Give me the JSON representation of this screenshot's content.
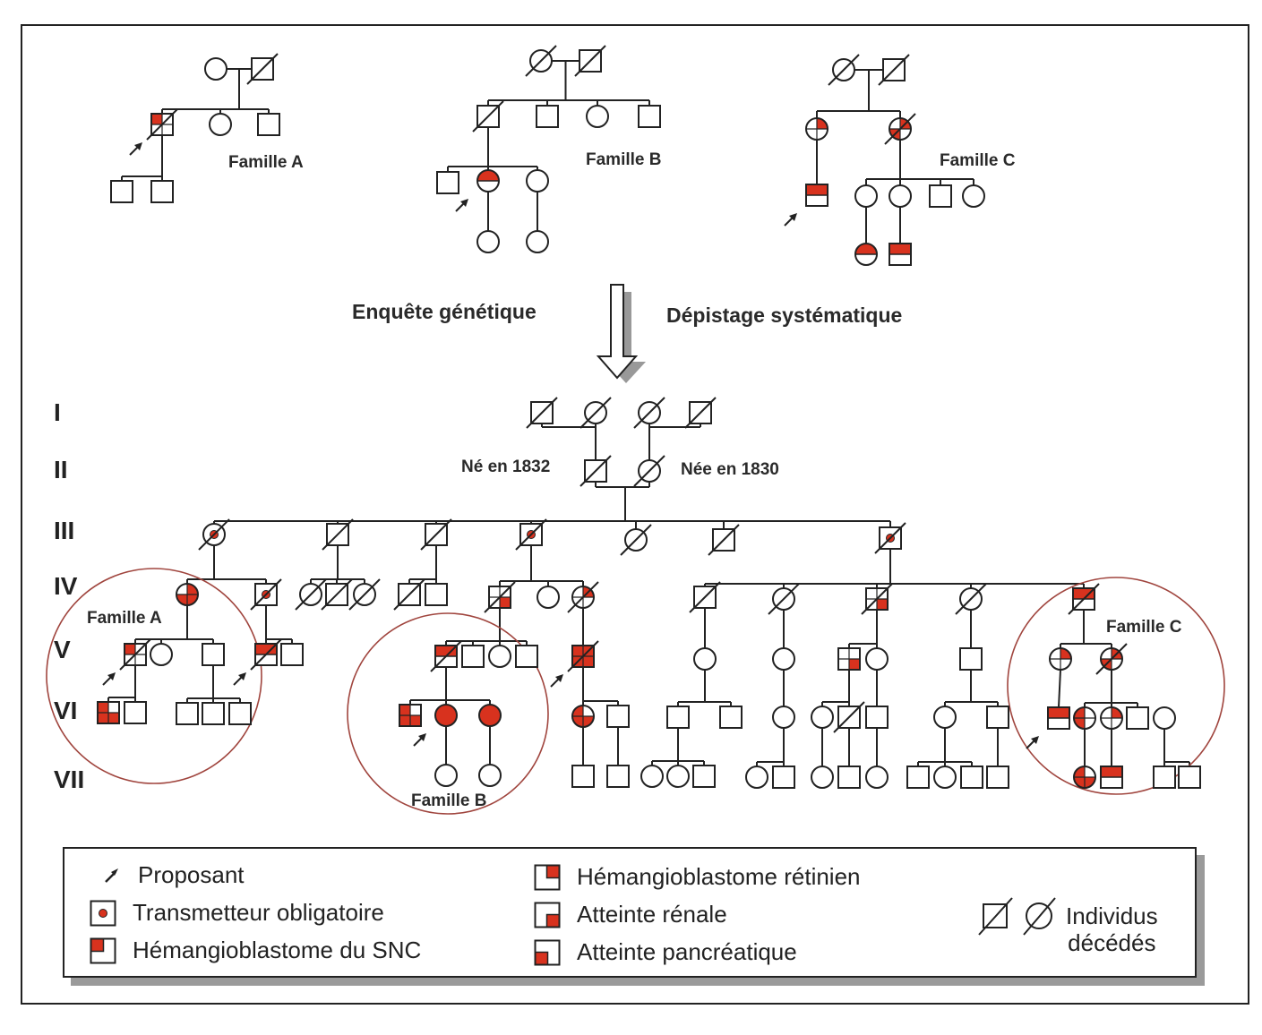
{
  "colors": {
    "affected": "#d8321e",
    "line": "#222222",
    "family_circle": "#a0453e"
  },
  "titles": {
    "famille_a": "Famille A",
    "famille_b": "Famille B",
    "famille_c": "Famille C",
    "enquete": "Enquête génétique",
    "depistage": "Dépistage systématique",
    "ne_1832": "Né en 1832",
    "nee_1830": "Née en 1830"
  },
  "generations": [
    "I",
    "II",
    "III",
    "IV",
    "V",
    "VI",
    "VII"
  ],
  "legend": {
    "proposant": "Proposant",
    "transmetteur": "Transmetteur obligatoire",
    "snc": "Hémangioblastome du SNC",
    "retinien": "Hémangioblastome rétinien",
    "renale": "Atteinte rénale",
    "pancreatique": "Atteinte pancréatique",
    "decedes_1": "Individus",
    "decedes_2": "décédés"
  },
  "individuals": {
    "a1": {
      "sex": "F"
    },
    "a2": {
      "sex": "M",
      "dead": true
    },
    "a3": {
      "sex": "M",
      "dead": true,
      "traits": [
        "snc"
      ],
      "proband": true
    },
    "a4": {
      "sex": "F"
    },
    "a5": {
      "sex": "M"
    },
    "a6": {
      "sex": "M"
    },
    "a7": {
      "sex": "M"
    },
    "b1": {
      "sex": "F",
      "dead": true
    },
    "b2": {
      "sex": "M",
      "dead": true
    },
    "b3": {
      "sex": "M",
      "dead": true
    },
    "b4": {
      "sex": "M"
    },
    "b5": {
      "sex": "F"
    },
    "b6": {
      "sex": "M"
    },
    "b7": {
      "sex": "M"
    },
    "b8": {
      "sex": "F",
      "traits": [
        "top_half"
      ],
      "proband": true
    },
    "b9": {
      "sex": "F"
    },
    "b10": {
      "sex": "F"
    },
    "b11": {
      "sex": "F"
    },
    "c1": {
      "sex": "F",
      "dead": true
    },
    "c2": {
      "sex": "M",
      "dead": true
    },
    "c3": {
      "sex": "F",
      "traits": [
        "retinien"
      ]
    },
    "c4": {
      "sex": "F",
      "dead": true,
      "traits": [
        "retinien",
        "pancreatique"
      ]
    },
    "c5": {
      "sex": "M",
      "traits": [
        "top_half"
      ],
      "proband": true
    },
    "c6": {
      "sex": "F"
    },
    "c7": {
      "sex": "F"
    },
    "c8": {
      "sex": "M"
    },
    "c9": {
      "sex": "F"
    },
    "c10": {
      "sex": "F",
      "traits": [
        "top_half"
      ]
    },
    "c11": {
      "sex": "M",
      "traits": [
        "top_half"
      ]
    },
    "I1": {
      "sex": "M",
      "dead": true
    },
    "I2": {
      "sex": "F",
      "dead": true
    },
    "I3": {
      "sex": "F",
      "dead": true
    },
    "I4": {
      "sex": "M",
      "dead": true
    },
    "II1": {
      "sex": "M",
      "dead": true
    },
    "II2": {
      "sex": "F",
      "dead": true
    },
    "III1": {
      "sex": "F",
      "dead": true,
      "carrier": true
    },
    "III2": {
      "sex": "M",
      "dead": true
    },
    "III3": {
      "sex": "M",
      "dead": true
    },
    "III4": {
      "sex": "M",
      "dead": true,
      "carrier": true
    },
    "III5": {
      "sex": "F",
      "dead": true
    },
    "III6": {
      "sex": "M",
      "dead": true
    },
    "III7": {
      "sex": "M",
      "dead": true,
      "carrier": true
    },
    "IV1": {
      "sex": "F",
      "traits": [
        "retinien",
        "renale",
        "pancreatique"
      ]
    },
    "IV2": {
      "sex": "M",
      "dead": true,
      "carrier": true
    },
    "IV3": {
      "sex": "F",
      "dead": true
    },
    "IV4": {
      "sex": "M",
      "dead": true
    },
    "IV5": {
      "sex": "F",
      "dead": true
    },
    "IV6": {
      "sex": "M",
      "dead": true
    },
    "IV7": {
      "sex": "M"
    },
    "IV8": {
      "sex": "M",
      "dead": true,
      "traits": [
        "renale"
      ]
    },
    "IV9": {
      "sex": "F"
    },
    "IV10": {
      "sex": "F",
      "dead": true,
      "traits": [
        "retinien"
      ]
    },
    "IV11": {
      "sex": "M",
      "dead": true
    },
    "IV12": {
      "sex": "F",
      "dead": true
    },
    "IV13": {
      "sex": "M",
      "dead": true,
      "traits": [
        "renale"
      ]
    },
    "IV14": {
      "sex": "F",
      "dead": true
    },
    "IV15": {
      "sex": "M",
      "dead": true,
      "traits": [
        "top_half"
      ]
    },
    "V1": {
      "sex": "M",
      "dead": true,
      "traits": [
        "snc"
      ],
      "proband": true
    },
    "V2": {
      "sex": "F"
    },
    "V3": {
      "sex": "M"
    },
    "V4": {
      "sex": "M",
      "dead": true,
      "traits": [
        "top_half"
      ],
      "proband": true
    },
    "V5": {
      "sex": "M"
    },
    "V6": {
      "sex": "M",
      "dead": true,
      "traits": [
        "top_half"
      ]
    },
    "V7": {
      "sex": "M"
    },
    "V8": {
      "sex": "F"
    },
    "V9": {
      "sex": "M"
    },
    "V10": {
      "sex": "M",
      "dead": true,
      "traits": [
        "snc",
        "renale",
        "pancreatique",
        "retinien_half"
      ],
      "proband": true
    },
    "V11": {
      "sex": "F"
    },
    "V12": {
      "sex": "F"
    },
    "V13": {
      "sex": "M",
      "traits": [
        "renale"
      ]
    },
    "V14": {
      "sex": "F"
    },
    "V15": {
      "sex": "M"
    },
    "V16": {
      "sex": "F",
      "traits": [
        "retinien"
      ]
    },
    "V17": {
      "sex": "F",
      "dead": true,
      "traits": [
        "retinien",
        "pancreatique"
      ]
    },
    "VI1": {
      "sex": "M",
      "traits": [
        "snc",
        "renale",
        "pancreatique"
      ]
    },
    "VI2": {
      "sex": "M"
    },
    "VI3": {
      "sex": "M"
    },
    "VI4": {
      "sex": "M"
    },
    "VI5": {
      "sex": "M"
    },
    "VI6": {
      "sex": "M",
      "traits": [
        "snc",
        "renale",
        "pancreatique"
      ]
    },
    "VI7": {
      "sex": "F",
      "traits": [
        "full"
      ],
      "proband": true
    },
    "VI8": {
      "sex": "F",
      "traits": [
        "full"
      ]
    },
    "VI9": {
      "sex": "F",
      "traits": [
        "snc",
        "renale",
        "pancreatique"
      ]
    },
    "VI10": {
      "sex": "M"
    },
    "VI11": {
      "sex": "M"
    },
    "VI12": {
      "sex": "M"
    },
    "VI13": {
      "sex": "F"
    },
    "VI14": {
      "sex": "F"
    },
    "VI15": {
      "sex": "M",
      "dead": true
    },
    "VI16": {
      "sex": "M"
    },
    "VI17": {
      "sex": "F"
    },
    "VI18": {
      "sex": "M"
    },
    "VI19": {
      "sex": "M",
      "traits": [
        "top_half"
      ],
      "proband": true
    },
    "VI20": {
      "sex": "F",
      "traits": [
        "snc",
        "pancreatique"
      ]
    },
    "VI21": {
      "sex": "F",
      "traits": [
        "retinien"
      ]
    },
    "VI22": {
      "sex": "M"
    },
    "VI23": {
      "sex": "F"
    },
    "VII1": {
      "sex": "F"
    },
    "VII2": {
      "sex": "F"
    },
    "VII3": {
      "sex": "M"
    },
    "VII4": {
      "sex": "M"
    },
    "VII5": {
      "sex": "F"
    },
    "VII6": {
      "sex": "F"
    },
    "VII7": {
      "sex": "M"
    },
    "VII8": {
      "sex": "F"
    },
    "VII9": {
      "sex": "M"
    },
    "VII10": {
      "sex": "F"
    },
    "VII11": {
      "sex": "M"
    },
    "VII12": {
      "sex": "F"
    },
    "VII13": {
      "sex": "M"
    },
    "VII14": {
      "sex": "M"
    },
    "VII15": {
      "sex": "F"
    },
    "VII16": {
      "sex": "M"
    },
    "VII17": {
      "sex": "F",
      "traits": [
        "snc",
        "renale",
        "pancreatique"
      ]
    },
    "VII18": {
      "sex": "M",
      "traits": [
        "top_half"
      ]
    },
    "VII19": {
      "sex": "M"
    },
    "VII20": {
      "sex": "M"
    }
  }
}
